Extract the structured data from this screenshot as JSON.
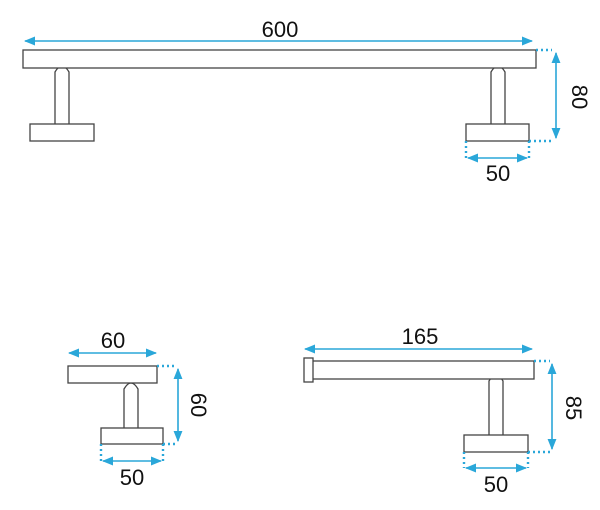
{
  "dimensions": {
    "towel_bar_length": "600",
    "towel_bar_height": "80",
    "towel_bar_base": "50",
    "hook_length": "60",
    "hook_height": "60",
    "hook_base": "50",
    "paper_holder_length": "165",
    "paper_holder_height": "85",
    "paper_holder_base": "50"
  },
  "colors": {
    "dimension_line": "#2aa7d9",
    "part_outline": "#444444",
    "text": "#111111"
  }
}
